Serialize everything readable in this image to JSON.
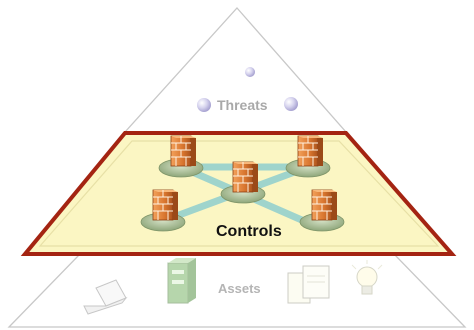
{
  "tiers": {
    "top": {
      "label": "Threats"
    },
    "middle": {
      "label": "Controls"
    },
    "bottom": {
      "label": "Assets"
    }
  },
  "icons": {
    "threats": [
      "threat-orb-icon",
      "threat-orb-icon",
      "threat-orb-icon"
    ],
    "controls": [
      "firewall-icon",
      "firewall-icon",
      "firewall-icon",
      "firewall-icon",
      "firewall-icon"
    ],
    "assets": [
      "laptop-icon",
      "server-icon",
      "database-icon",
      "lightbulb-icon"
    ]
  },
  "colors": {
    "controls_fill": "#fbf6c3",
    "controls_border": "#a42412",
    "link": "#9fd4cc",
    "firewall": "#d8752e",
    "node_disc": "#a8bc95",
    "pyramid_outline": "#c8c8c8",
    "threat_orb": "#c9c6e6"
  }
}
